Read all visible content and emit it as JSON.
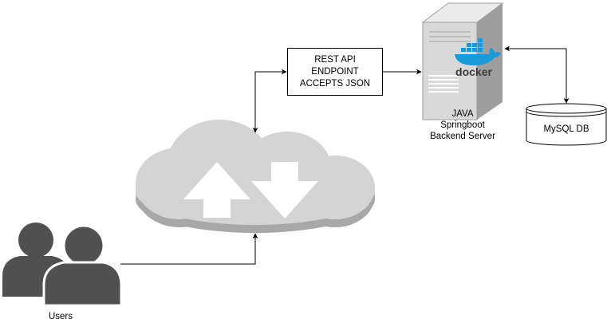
{
  "rest_box": {
    "lines": [
      "REST API",
      "ENDPOINT",
      "ACCEPTS JSON"
    ]
  },
  "server": {
    "lines": [
      "JAVA",
      "Springboot",
      "Backend Server"
    ],
    "docker_logo_text": "docker"
  },
  "database": {
    "label": "MySQL DB"
  },
  "users": {
    "label": "Users"
  },
  "colors": {
    "cloud": "#d4d4d4",
    "cloud_shadow": "#a8a8a8",
    "users": "#505050",
    "server_body": "#d9d9d9",
    "server_dark": "#9e9e9e",
    "docker_blue": "#1a9bd7",
    "line": "#000000"
  }
}
